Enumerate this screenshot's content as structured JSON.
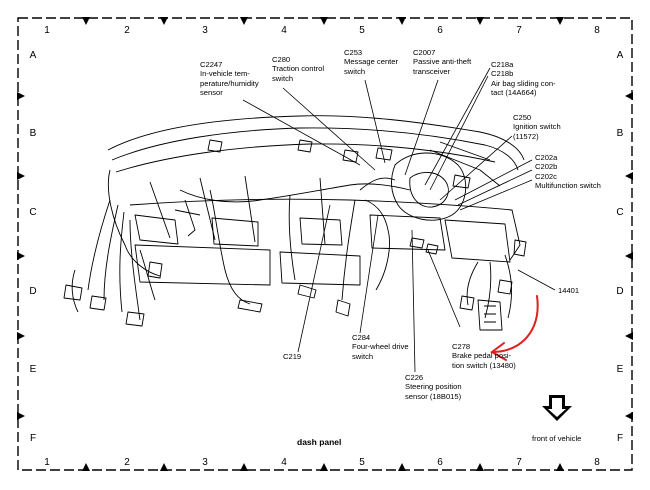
{
  "grid": {
    "columns": [
      "1",
      "2",
      "3",
      "4",
      "5",
      "6",
      "7",
      "8"
    ],
    "rows": [
      "A",
      "B",
      "C",
      "D",
      "E",
      "F"
    ]
  },
  "callouts": {
    "c2247": "C2247\nIn-vehicle tem-\nperature/humidity\nsensor",
    "c280": "C280\nTraction control\nswitch",
    "c253": "C253\nMessage center\nswitch",
    "c2007": "C2007\nPassive anti-theft\ntransceiver",
    "c218": "C218a\nC218b\nAir bag sliding con-\ntact (14A664)",
    "c250": "C250\nIgnition switch\n(11572)",
    "c202": "C202a\nC202b\nC202c\nMultifunction switch",
    "c14401": "14401",
    "c219": "C219",
    "c284": "C284\nFour-wheel drive\nswitch",
    "c226": "C226\nSteering position\nsensor (18B015)",
    "c278": "C278\nBrake pedal posi-\ntion switch (13480)"
  },
  "caption": "dash panel",
  "front_label": "front of vehicle",
  "colors": {
    "ink": "#000000",
    "annotation": "#e0201c",
    "paper": "#ffffff"
  }
}
